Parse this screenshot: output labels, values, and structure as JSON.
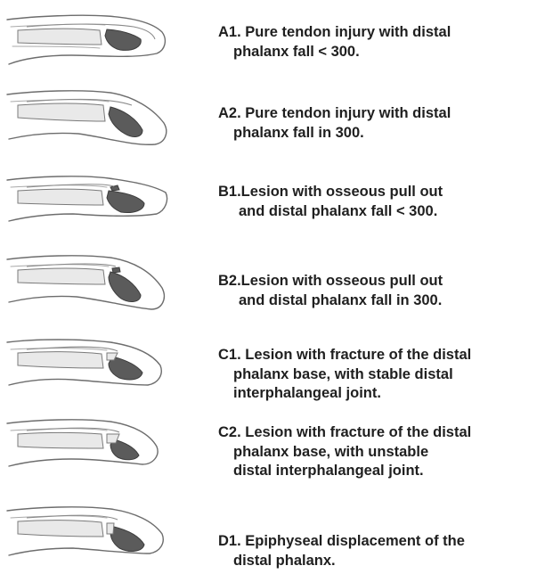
{
  "rows": [
    {
      "id": "A1",
      "lines": [
        "A1. Pure tendon injury with distal",
        "phalanx fall < 300."
      ],
      "icon": "finger-sketch-a1"
    },
    {
      "id": "A2",
      "lines": [
        "A2. Pure tendon injury with distal",
        "phalanx fall in 300."
      ],
      "icon": "finger-sketch-a2"
    },
    {
      "id": "B1",
      "lines": [
        "B1.Lesion with osseous pull out",
        "and distal phalanx fall < 300."
      ],
      "icon": "finger-sketch-b1"
    },
    {
      "id": "B2",
      "lines": [
        "B2.Lesion with osseous pull out",
        "and distal phalanx fall in 300."
      ],
      "icon": "finger-sketch-b2"
    },
    {
      "id": "C1",
      "lines": [
        "C1. Lesion with fracture of the distal",
        "phalanx base, with stable distal",
        "interphalangeal joint."
      ],
      "icon": "finger-sketch-c1"
    },
    {
      "id": "C2",
      "lines": [
        "C2. Lesion with fracture of the distal",
        "phalanx base, with unstable",
        "distal interphalangeal joint."
      ],
      "icon": "finger-sketch-c2"
    },
    {
      "id": "D1",
      "lines": [
        "D1. Epiphyseal displacement of the",
        "distal phalanx."
      ],
      "icon": "finger-sketch-d1"
    }
  ]
}
